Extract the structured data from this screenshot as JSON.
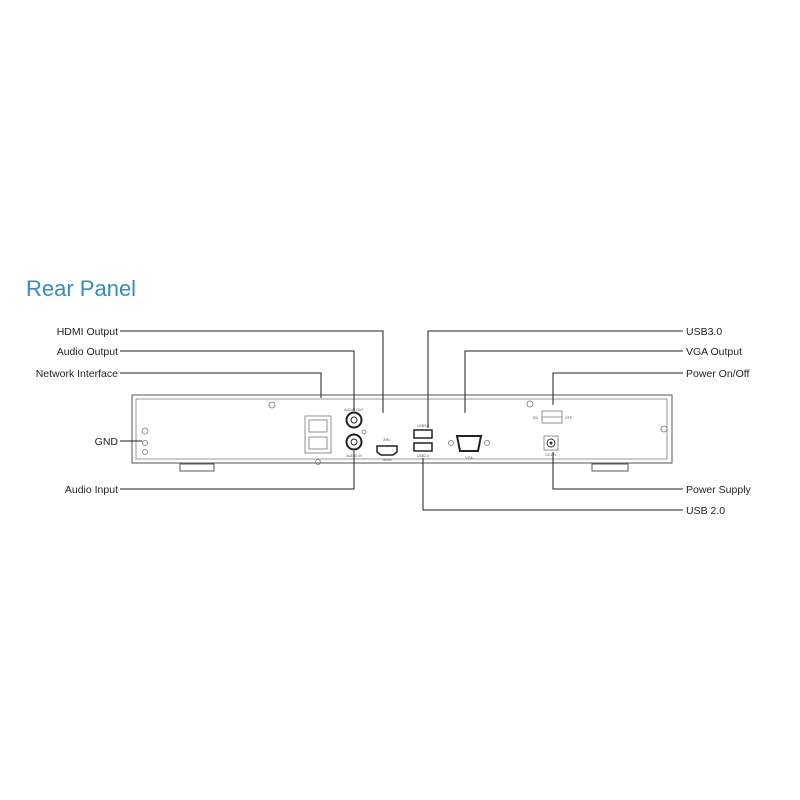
{
  "title": "Rear Panel",
  "callouts_left": {
    "hdmi": "HDMI Output",
    "audio_out": "Audio Output",
    "network": "Network Interface",
    "gnd": "GND",
    "audio_in": "Audio Input"
  },
  "callouts_right": {
    "usb3": "USB3.0",
    "vga": "VGA Output",
    "power_switch": "Power On/Off",
    "power_supply": "Power Supply",
    "usb2": "USB 2.0"
  },
  "device_labels": {
    "audio_out": "AUDIO OUT",
    "audio_in": "AUDIO IN",
    "hdmi": "HDMI",
    "arc": "ARC",
    "usb3": "USB3.0",
    "usb2": "USB2.0",
    "vga": "VGA",
    "on": "ON",
    "off": "OFF",
    "dc": "DC12V"
  }
}
